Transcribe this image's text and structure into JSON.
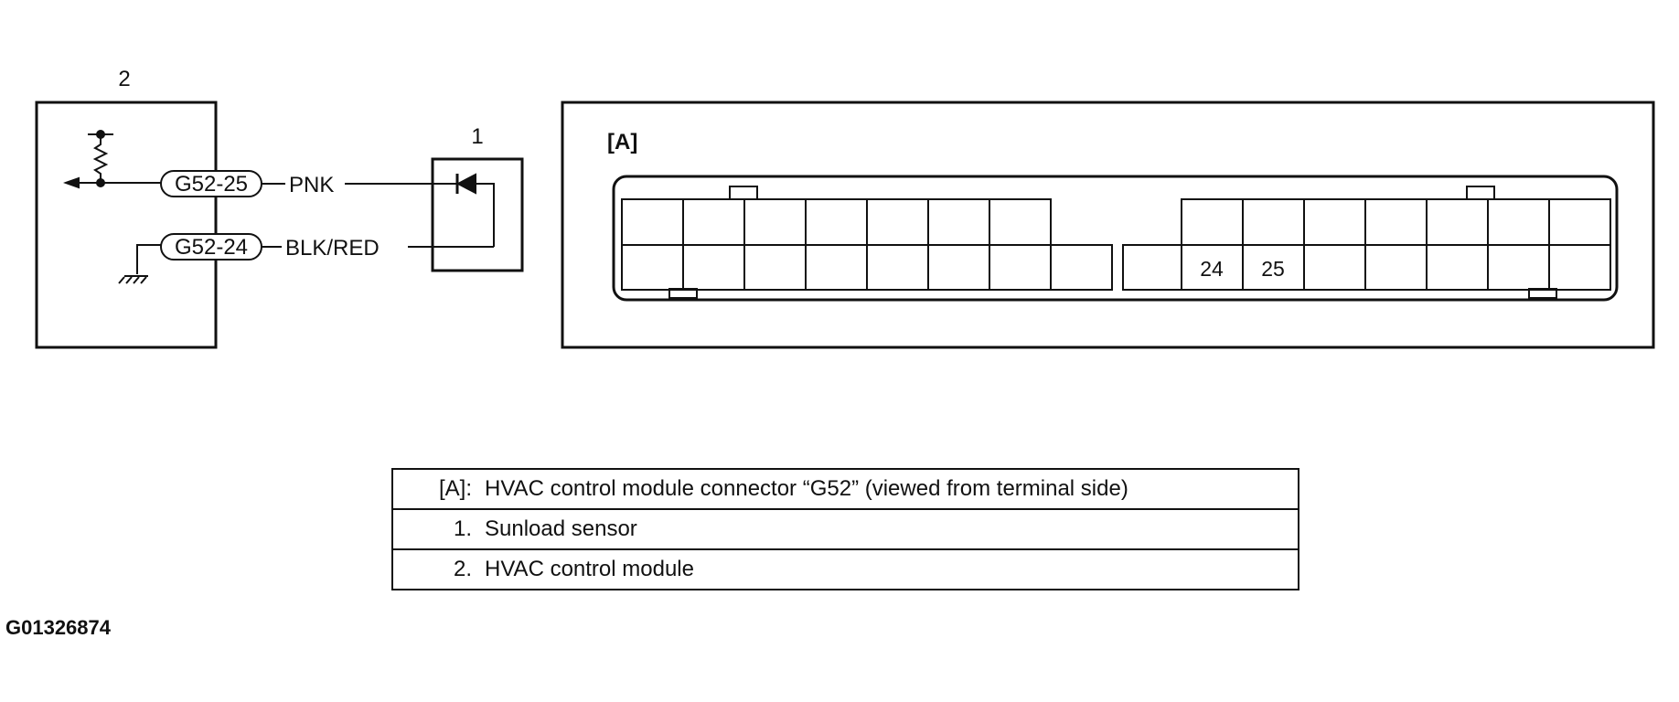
{
  "schematic": {
    "module_label": "2",
    "sensor_label": "1",
    "wires": [
      {
        "terminal": "G52-25",
        "color": "PNK"
      },
      {
        "terminal": "G52-24",
        "color": "BLK/RED"
      }
    ]
  },
  "connector": {
    "title": "[A]",
    "highlighted_pins": [
      "24",
      "25"
    ]
  },
  "legend": [
    {
      "key": "[A]:",
      "text": "HVAC control module connector “G52” (viewed from terminal side)"
    },
    {
      "key": "1.",
      "text": "Sunload sensor"
    },
    {
      "key": "2.",
      "text": "HVAC control module"
    }
  ],
  "figure_code": "G01326874"
}
